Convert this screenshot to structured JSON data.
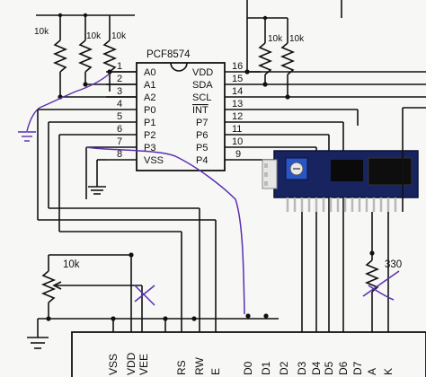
{
  "chip": {
    "name": "PCF8574",
    "left_pins": [
      {
        "num": "1",
        "name": "A0"
      },
      {
        "num": "2",
        "name": "A1"
      },
      {
        "num": "3",
        "name": "A2"
      },
      {
        "num": "4",
        "name": "P0"
      },
      {
        "num": "5",
        "name": "P1"
      },
      {
        "num": "6",
        "name": "P2"
      },
      {
        "num": "7",
        "name": "P3"
      },
      {
        "num": "8",
        "name": "VSS"
      }
    ],
    "right_pins": [
      {
        "num": "16",
        "name": "VDD"
      },
      {
        "num": "15",
        "name": "SDA"
      },
      {
        "num": "14",
        "name": "SCL"
      },
      {
        "num": "13",
        "name": "INT"
      },
      {
        "num": "12",
        "name": "P7"
      },
      {
        "num": "11",
        "name": "P6"
      },
      {
        "num": "10",
        "name": "P5"
      },
      {
        "num": "9",
        "name": "P4"
      }
    ]
  },
  "resistors": {
    "pullup_left_a": "10k",
    "pullup_left_b": "10k",
    "pullup_left_c": "10k",
    "pullup_right_a": "10k",
    "pullup_right_b": "10k",
    "pot": "10k",
    "backlight": "330"
  },
  "lcd": {
    "pins": [
      "VSS",
      "VDD",
      "VEE",
      "RS",
      "RW",
      "E",
      "D0",
      "D1",
      "D2",
      "D3",
      "D4",
      "D5",
      "D6",
      "D7",
      "A",
      "K"
    ]
  },
  "colors": {
    "ink": "#111111",
    "pen": "#5a2fb0",
    "board": "#1a2a6c",
    "paper": "#f7f7f5"
  }
}
